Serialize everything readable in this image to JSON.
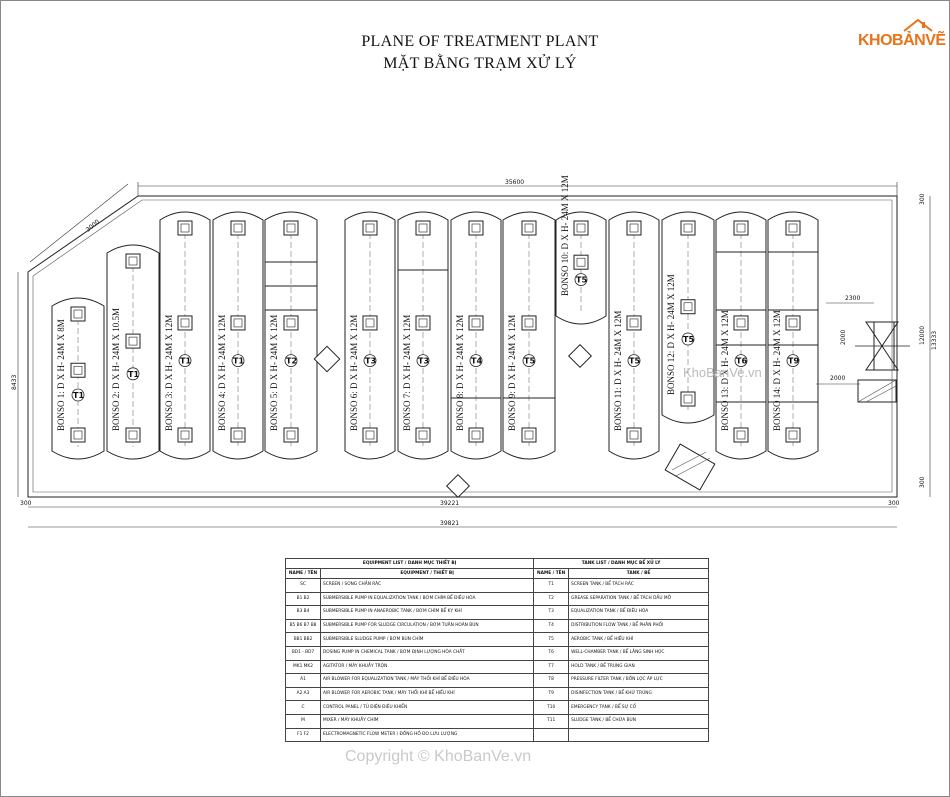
{
  "title_en": "PLANE OF TREATMENT PLANT",
  "title_vi": "MẶT BẰNG TRẠM XỬ LÝ",
  "logo_text": "KHOBẢNVẼ",
  "watermark_bottom": "Copyright © KhoBanVe.vn",
  "watermark_mid": "KhoBanVe.vn",
  "dims": {
    "top": "35600",
    "bottom_inner": "39221",
    "bottom_outer": "39821",
    "left_height": "8433",
    "right_height": "13333",
    "right_small_top": "300",
    "right_small_bottom": "300",
    "left_small": "300",
    "right_end": "300",
    "right_mid": "12000",
    "diag": "3000",
    "pipe1": "2300",
    "pipe2": "2000",
    "pipe3": "2000"
  },
  "tanks": [
    {
      "name": "BONSO 1: D X H- 24M X 8M",
      "tag": "T1"
    },
    {
      "name": "BONSO 2: D X H- 24M X 10.5M",
      "tag": "T1"
    },
    {
      "name": "BONSO 3: D X H- 24M X 12M",
      "tag": "T1"
    },
    {
      "name": "BONSO 4: D X H- 24M X 12M",
      "tag": "T1"
    },
    {
      "name": "BONSO 5: D X H- 24M X 12M",
      "tag": "T2"
    },
    {
      "name": "BONSO 6: D X H- 24M X 12M",
      "tag": "T3"
    },
    {
      "name": "BONSO 7: D X H- 24M X 12M",
      "tag": "T3"
    },
    {
      "name": "BONSO 8: D X H- 24M X 12M",
      "tag": "T4"
    },
    {
      "name": "BONSO 9: D X H- 24M X 12M",
      "tag": "T5"
    },
    {
      "name": "BONSO 10: D X H- 24M X 12M",
      "tag": "T5"
    },
    {
      "name": "BONSO 11: D X H- 24M X 12M",
      "tag": "T5"
    },
    {
      "name": "BONSO 12: D X H- 24M X 12M",
      "tag": "T5"
    },
    {
      "name": "BONSO 13: D X H- 24M X 12M",
      "tag": "T6"
    },
    {
      "name": "BONSO 14: D X H- 24M X 12M",
      "tag": "T9"
    }
  ],
  "table": {
    "left_header": "EQUIPMENT LIST / DANH MỤC THIẾT BỊ",
    "right_header": "TANK LIST / DANH MỤC BỂ XỬ LÝ",
    "col_name": "NAME / TÊN",
    "col_equip": "EQUIPMENT / THIẾT BỊ",
    "col_tank": "TANK / BỂ",
    "rows": [
      {
        "n": "SC",
        "e": "SCREEN / SONG CHẮN RÁC",
        "tn": "T1",
        "t": "SCREEN TANK / BỂ TÁCH RÁC"
      },
      {
        "n": "B1 B2",
        "e": "SUBMERSIBLE PUMP IN EQUALIZATION TANK / BƠM CHÌM BỂ ĐIỀU HÒA",
        "tn": "T2",
        "t": "GREASE SEPARATION TANK / BỂ TÁCH DẦU MỠ"
      },
      {
        "n": "B3 B4",
        "e": "SUBMERSIBLE PUMP IN ANAEROBIC TANK / BƠM CHÌM BỂ KỴ KHÍ",
        "tn": "T3",
        "t": "EQUALIZATION TANK / BỂ ĐIỀU HÒA"
      },
      {
        "n": "B5 B6 B7 B8",
        "e": "SUBMERSIBLE PUMP FOR SLUDGE CIRCULATION / BƠM TUẦN HOÀN BÙN",
        "tn": "T4",
        "t": "DISTRIBUTION FLOW TANK / BỂ PHÂN PHỐI"
      },
      {
        "n": "BB1 BB2",
        "e": "SUBMERSIBLE SLUDGE PUMP / BƠM BÙN CHÌM",
        "tn": "T5",
        "t": "AEROBIC TANK / BỂ HIẾU KHÍ"
      },
      {
        "n": "BD1 - BD7",
        "e": "DOSING PUMP IN CHEMICAL TANK / BƠM ĐỊNH LƯỢNG HÓA CHẤT",
        "tn": "T6",
        "t": "WELL-CHAMBER TANK / BỂ LẮNG SINH HỌC"
      },
      {
        "n": "MK1 MK2",
        "e": "AGITATOR / MÁY KHUẤY TRỘN",
        "tn": "T7",
        "t": "HOLD TANK / BỂ TRUNG GIAN"
      },
      {
        "n": "A1",
        "e": "AIR BLOWER FOR EQUALIZATION TANK / MÁY THỔI KHÍ BỂ ĐIỀU HÒA",
        "tn": "T8",
        "t": "PRESSURE FILTER TANK / BỒN LỌC ÁP LỰC"
      },
      {
        "n": "A2 A3",
        "e": "AIR BLOWER FOR AEROBIC TANK / MÁY THỔI KHÍ BỂ HIẾU KHÍ",
        "tn": "T9",
        "t": "DISINFECTION TANK / BỂ KHỬ TRÙNG"
      },
      {
        "n": "C",
        "e": "CONTROL PANEL / TỦ ĐIỆN ĐIỀU KHIỂN",
        "tn": "T10",
        "t": "EMERGENCY TANK / BỂ SỰ CỐ"
      },
      {
        "n": "M",
        "e": "MIXER / MÁY KHUẤY CHÌM",
        "tn": "T11",
        "t": "SLUDGE TANK / BỂ CHỨA BÙN"
      },
      {
        "n": "F1 F2",
        "e": "ELECTROMAGNETIC FLOW METER / ĐỒNG HỒ ĐO LƯU LƯỢNG",
        "tn": "",
        "t": ""
      }
    ]
  }
}
